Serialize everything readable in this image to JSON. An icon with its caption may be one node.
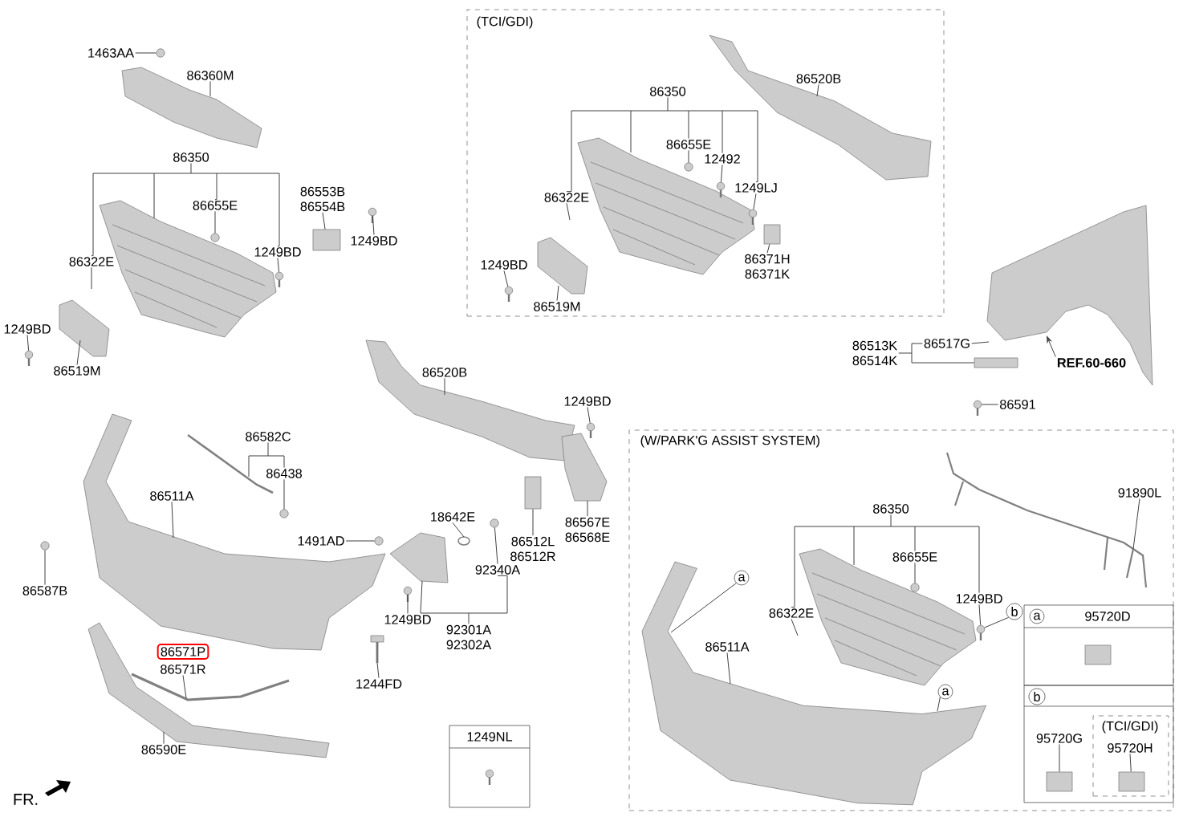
{
  "diagram": {
    "nodes": [
      {
        "text": [
          "1463AA"
        ]
      },
      {
        "text": [
          "86360M"
        ]
      },
      {
        "text": [
          "86350"
        ]
      },
      {
        "text": [
          "86655E"
        ]
      },
      {
        "text": [
          "86322E"
        ]
      },
      {
        "text": [
          "1249BD"
        ]
      },
      {
        "text": [
          "86553B",
          "86554B"
        ]
      },
      {
        "text": [
          "1249BD"
        ]
      },
      {
        "text": [
          "1249BD"
        ]
      },
      {
        "text": [
          "86519M"
        ]
      },
      {
        "text": [
          "(TCI/GDI)"
        ]
      },
      {
        "text": [
          "86520B"
        ],
        "in": 10
      },
      {
        "text": [
          "86350"
        ],
        "in": 10
      },
      {
        "text": [
          "86655E"
        ],
        "in": 10
      },
      {
        "text": [
          "12492"
        ],
        "in": 10
      },
      {
        "text": [
          "1249LJ"
        ],
        "in": 10
      },
      {
        "text": [
          "86322E"
        ],
        "in": 10
      },
      {
        "text": [
          "86371H",
          "86371K"
        ],
        "in": 10
      },
      {
        "text": [
          "1249BD"
        ],
        "in": 10
      },
      {
        "text": [
          "86519M"
        ],
        "in": 10
      },
      {
        "text": [
          "86513K",
          "86514K"
        ]
      },
      {
        "text": [
          "86517G"
        ]
      },
      {
        "text": [
          "REF.60-660"
        ]
      },
      {
        "text": [
          "86591"
        ]
      },
      {
        "text": [
          "86520B"
        ]
      },
      {
        "text": [
          "1249BD"
        ]
      },
      {
        "text": [
          "86582C"
        ]
      },
      {
        "text": [
          "86438"
        ]
      },
      {
        "text": [
          "86511A"
        ]
      },
      {
        "text": [
          "1491AD"
        ]
      },
      {
        "text": [
          "86512L",
          "86512R"
        ]
      },
      {
        "text": [
          "86567E",
          "86568E"
        ]
      },
      {
        "text": [
          "92340A"
        ]
      },
      {
        "text": [
          "18642E"
        ]
      },
      {
        "text": [
          "1249BD"
        ]
      },
      {
        "text": [
          "92301A",
          "92302A"
        ]
      },
      {
        "text": [
          "86587B"
        ]
      },
      {
        "text": [
          "1244FD"
        ]
      },
      {
        "text": [
          "86571P"
        ]
      },
      {
        "text": [
          "86571R"
        ]
      },
      {
        "text": [
          "86590E"
        ]
      },
      {
        "text": [
          "1249NL"
        ]
      },
      {
        "text": [
          "(W/PARK'G ASSIST SYSTEM)"
        ]
      },
      {
        "text": [
          "91890L"
        ],
        "in": 42
      },
      {
        "text": [
          "86350"
        ],
        "in": 42
      },
      {
        "text": [
          "86655E"
        ],
        "in": 42
      },
      {
        "text": [
          "86322E"
        ],
        "in": 42
      },
      {
        "text": [
          "1249BD"
        ],
        "in": 42
      },
      {
        "text": [
          "b"
        ],
        "in": 42
      },
      {
        "text": [
          "a"
        ],
        "in": 42
      },
      {
        "text": [
          "86511A"
        ],
        "in": 42
      },
      {
        "text": [
          "a"
        ],
        "in": 42
      },
      {
        "text": [
          "a",
          "95720D"
        ],
        "in": 42
      },
      {
        "text": [
          "b"
        ],
        "in": 42
      },
      {
        "text": [
          "95720G"
        ],
        "in": 53
      },
      {
        "text": [
          "(TCI/GDI)"
        ],
        "in": 53
      },
      {
        "text": [
          "95720H"
        ],
        "in": 55
      },
      {
        "text": [],
        "shape": "picture"
      },
      {
        "text": [],
        "shape": "circle"
      },
      {
        "text": [],
        "shape": "picture"
      },
      {
        "text": [],
        "shape": "circle"
      },
      {
        "text": [],
        "shape": "picture"
      },
      {
        "text": [],
        "shape": "box"
      },
      {
        "text": [],
        "shape": "picture"
      },
      {
        "text": [],
        "shape": "picture"
      },
      {
        "text": [],
        "shape": "picture"
      },
      {
        "text": [],
        "shape": "picture",
        "in": 10
      },
      {
        "text": [],
        "shape": "picture",
        "in": 10
      },
      {
        "text": [],
        "shape": "circle",
        "in": 10
      },
      {
        "text": [],
        "shape": "picture",
        "in": 10
      },
      {
        "text": [],
        "shape": "picture",
        "in": 10
      },
      {
        "text": [],
        "shape": "box",
        "in": 10
      },
      {
        "text": [],
        "shape": "picture",
        "in": 10
      },
      {
        "text": [],
        "shape": "picture",
        "in": 10
      },
      {
        "text": [],
        "shape": "picture"
      },
      {
        "text": [],
        "shape": "box"
      },
      {
        "text": [],
        "shape": "picture"
      },
      {
        "text": [],
        "shape": "picture"
      },
      {
        "text": [],
        "shape": "picture"
      },
      {
        "text": [],
        "shape": "picture"
      },
      {
        "text": [],
        "shape": "circle"
      },
      {
        "text": [],
        "shape": "picture"
      },
      {
        "text": [],
        "shape": "circle"
      },
      {
        "text": [],
        "shape": "box"
      },
      {
        "text": [],
        "shape": "picture"
      },
      {
        "text": [],
        "shape": "circle"
      },
      {
        "text": [],
        "shape": "picture"
      },
      {
        "text": [],
        "shape": "picture"
      },
      {
        "text": [],
        "shape": "picture"
      },
      {
        "text": [],
        "shape": "circle"
      },
      {
        "text": [],
        "shape": "picture"
      },
      {
        "text": [],
        "shape": "picture"
      },
      {
        "text": [],
        "shape": "picture"
      },
      {
        "text": [],
        "shape": "picture",
        "in": 42
      },
      {
        "text": [],
        "shape": "picture",
        "in": 42
      },
      {
        "text": [],
        "shape": "circle",
        "in": 42
      },
      {
        "text": [],
        "shape": "picture",
        "in": 42
      },
      {
        "text": [],
        "shape": "picture",
        "in": 42
      },
      {
        "text": [],
        "shape": "box",
        "in": 53
      },
      {
        "text": [],
        "shape": "box",
        "in": 55
      }
    ],
    "edges": [
      {
        "from": 0,
        "to": 58,
        "arrow": "none"
      },
      {
        "from": 1,
        "to": 57,
        "arrow": "none"
      },
      {
        "from": 2,
        "to": 4,
        "arrow": "none"
      },
      {
        "from": 2,
        "to": 59,
        "arrow": "none"
      },
      {
        "from": 2,
        "to": 3,
        "arrow": "none"
      },
      {
        "from": 2,
        "to": 5,
        "arrow": "none"
      },
      {
        "from": 3,
        "to": 60,
        "arrow": "none"
      },
      {
        "from": 4,
        "to": null,
        "arrow": "none"
      },
      {
        "from": 5,
        "to": 61,
        "arrow": "none"
      },
      {
        "from": 6,
        "to": 62,
        "arrow": "none"
      },
      {
        "from": 7,
        "to": 63,
        "arrow": "none"
      },
      {
        "from": 8,
        "to": 64,
        "arrow": "none"
      },
      {
        "from": 9,
        "to": 65,
        "arrow": "none"
      },
      {
        "from": 11,
        "to": 66,
        "arrow": "none"
      },
      {
        "from": 12,
        "to": 16,
        "arrow": "none"
      },
      {
        "from": 12,
        "to": 67,
        "arrow": "none"
      },
      {
        "from": 12,
        "to": 13,
        "arrow": "none"
      },
      {
        "from": 12,
        "to": 14,
        "arrow": "none"
      },
      {
        "from": 12,
        "to": 15,
        "arrow": "none"
      },
      {
        "from": 13,
        "to": 68,
        "arrow": "none"
      },
      {
        "from": 14,
        "to": 69,
        "arrow": "none"
      },
      {
        "from": 15,
        "to": 70,
        "arrow": "none"
      },
      {
        "from": 16,
        "to": null,
        "arrow": "none"
      },
      {
        "from": 17,
        "to": 71,
        "arrow": "none"
      },
      {
        "from": 18,
        "to": 72,
        "arrow": "none"
      },
      {
        "from": 19,
        "to": 73,
        "arrow": "none"
      },
      {
        "from": 20,
        "to": 21,
        "arrow": "none"
      },
      {
        "from": 20,
        "to": 75,
        "arrow": "none"
      },
      {
        "from": 21,
        "to": 74,
        "arrow": "none"
      },
      {
        "from": 22,
        "to": 74,
        "arrow": "to"
      },
      {
        "from": 23,
        "to": 76,
        "arrow": "none"
      },
      {
        "from": 24,
        "to": 77,
        "arrow": "none"
      },
      {
        "from": 25,
        "to": 78,
        "arrow": "none"
      },
      {
        "from": 26,
        "to": 79,
        "arrow": "none"
      },
      {
        "from": 26,
        "to": 27,
        "arrow": "none"
      },
      {
        "from": 27,
        "to": 80,
        "arrow": "none"
      },
      {
        "from": 28,
        "to": 81,
        "arrow": "none"
      },
      {
        "from": 29,
        "to": 82,
        "arrow": "none"
      },
      {
        "from": 30,
        "to": 83,
        "arrow": "none"
      },
      {
        "from": 31,
        "to": 84,
        "arrow": "none"
      },
      {
        "from": 32,
        "to": 85,
        "arrow": "none"
      },
      {
        "from": 33,
        "to": 86,
        "arrow": "none"
      },
      {
        "from": 34,
        "to": 87,
        "arrow": "none"
      },
      {
        "from": 35,
        "to": 88,
        "arrow": "none"
      },
      {
        "from": 35,
        "to": 32,
        "arrow": "none"
      },
      {
        "from": 36,
        "to": 89,
        "arrow": "none"
      },
      {
        "from": 37,
        "to": 90,
        "arrow": "none"
      },
      {
        "from": 39,
        "to": 91,
        "arrow": "none"
      },
      {
        "from": 40,
        "to": 92,
        "arrow": "none"
      },
      {
        "from": 43,
        "to": 93,
        "arrow": "none"
      },
      {
        "from": 44,
        "to": 46,
        "arrow": "none"
      },
      {
        "from": 44,
        "to": 94,
        "arrow": "none"
      },
      {
        "from": 44,
        "to": 45,
        "arrow": "none"
      },
      {
        "from": 44,
        "to": 47,
        "arrow": "none"
      },
      {
        "from": 45,
        "to": 95,
        "arrow": "none"
      },
      {
        "from": 46,
        "to": null,
        "arrow": "none"
      },
      {
        "from": 47,
        "to": 96,
        "arrow": "none"
      },
      {
        "from": 48,
        "to": 96,
        "arrow": "none"
      },
      {
        "from": 49,
        "to": 97,
        "arrow": "none"
      },
      {
        "from": 50,
        "to": 97,
        "arrow": "none"
      },
      {
        "from": 51,
        "to": 97,
        "arrow": "none"
      },
      {
        "from": 54,
        "to": 98,
        "arrow": "none"
      },
      {
        "from": 56,
        "to": 99,
        "arrow": "none"
      }
    ],
    "labels": [
      "FR."
    ]
  }
}
